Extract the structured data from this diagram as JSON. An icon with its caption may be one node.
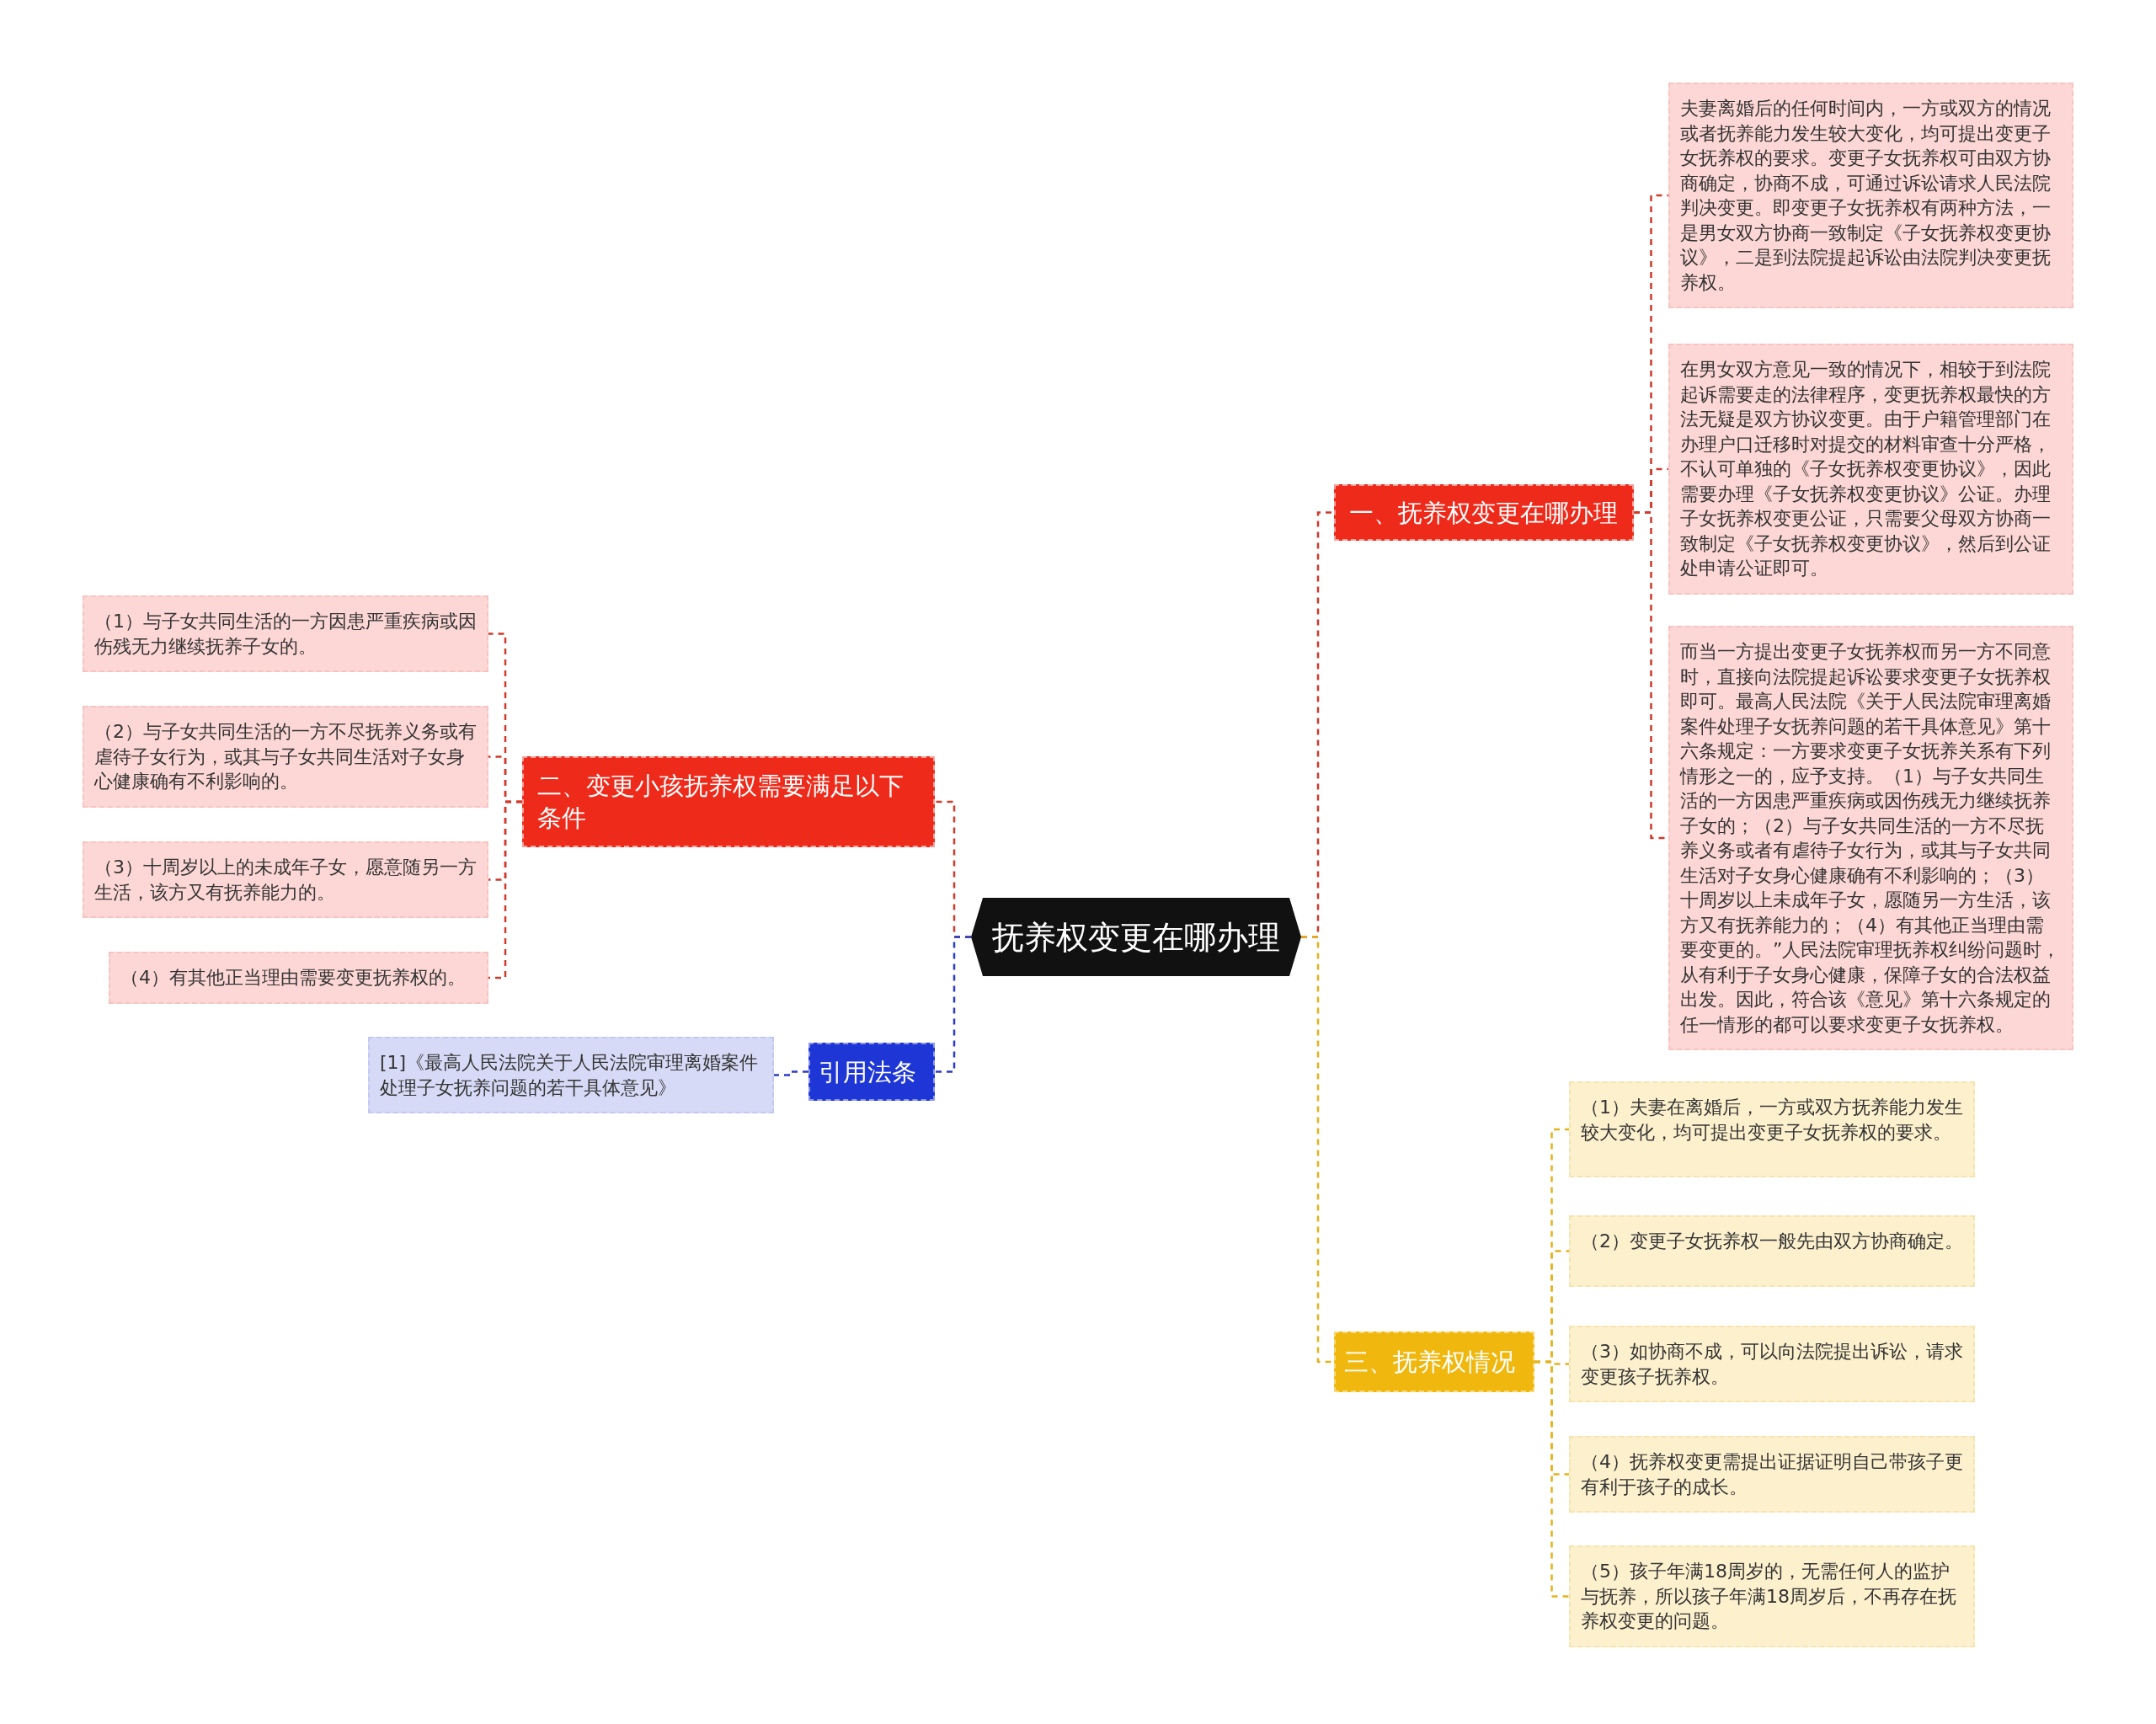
{
  "diagram": {
    "nodes": [
      {
        "text": [
          "抚养权变更在哪办理"
        ]
      },
      {
        "text": [
          "一、抚养权变更在哪办理"
        ]
      },
      {
        "text": [
          "夫妻离婚后的任何时间内，一方或双方的情况或者抚养能力发生较大变化，均可提出变更子女抚养权的要求。变更子女抚养权可由双方协商确定，协商不成，可通过诉讼请求人民法院判决变更。即变更子女抚养权有两种方法，一是男女双方协商一致制定《子女抚养权变更协议》，二是到法院提起诉讼由法院判决变更抚养权。"
        ]
      },
      {
        "text": [
          "在男女双方意见一致的情况下，相较于到法院起诉需要走的法律程序，变更抚养权最快的方法无疑是双方协议变更。由于户籍管理部门在办理户口迁移时对提交的材料审查十分严格，不认可单独的《子女抚养权变更协议》，因此需要办理《子女抚养权变更协议》公证。办理子女抚养权变更公证，只需要父母双方协商一致制定《子女抚养权变更协议》，然后到公证处申请公证即可。"
        ]
      },
      {
        "text": [
          "而当一方提出变更子女抚养权而另一方不同意时，直接向法院提起诉讼要求变更子女抚养权即可。最高人民法院《关于人民法院审理离婚案件处理子女抚养问题的若干具体意见》第十六条规定：一方要求变更子女抚养关系有下列情形之一的，应予支持。（1）与子女共同生活的一方因患严重疾病或因伤残无力继续抚养子女的；（2）与子女共同生活的一方不尽抚养义务或者有虐待子女行为，或其与子女共同生活对子女身心健康确有不利影响的；（3）十周岁以上未成年子女，愿随另一方生活，该方又有抚养能力的；（4）有其他正当理由需要变更的。”人民法院审理抚养权纠纷问题时，从有利于子女身心健康，保障子女的合法权益出发。因此，符合该《意见》第十六条规定的任一情形的都可以要求变更子女抚养权。"
        ]
      },
      {
        "text": [
          "二、变更小孩抚养权需要满足以下条件"
        ]
      },
      {
        "text": [
          "（1）与子女共同生活的一方因患严重疾病或因伤残无力继续抚养子女的。"
        ]
      },
      {
        "text": [
          "（2）与子女共同生活的一方不尽抚养义务或有虐待子女行为，或其与子女共同生活对子女身心健康确有不利影响的。"
        ]
      },
      {
        "text": [
          "（3）十周岁以上的未成年子女，愿意随另一方生活，该方又有抚养能力的。"
        ]
      },
      {
        "text": [
          "（4）有其他正当理由需要变更抚养权的。"
        ]
      },
      {
        "text": [
          "引用法条"
        ]
      },
      {
        "text": [
          "[1]《最高人民法院关于人民法院审理离婚案件处理子女抚养问题的若干具体意见》"
        ]
      },
      {
        "text": [
          "三、抚养权情况"
        ]
      },
      {
        "text": [
          "（1）夫妻在离婚后，一方或双方抚养能力发生较大变化，均可提出变更子女抚养权的要求。"
        ]
      },
      {
        "text": [
          "（2）变更子女抚养权一般先由双方协商确定。"
        ]
      },
      {
        "text": [
          "（3）如协商不成，可以向法院提出诉讼，请求变更孩子抚养权。"
        ]
      },
      {
        "text": [
          "（4）抚养权变更需提出证据证明自己带孩子更有利于孩子的成长。"
        ]
      },
      {
        "text": [
          "（5）孩子年满18周岁的，无需任何人的监护与抚养，所以孩子年满18周岁后，不再存在抚养权变更的问题。"
        ]
      }
    ],
    "edges": [
      {
        "from": 0,
        "to": 1,
        "arrow": "none",
        "style": "dashed",
        "color": "#d0392b"
      },
      {
        "from": 0,
        "to": 5,
        "arrow": "none",
        "style": "dashed",
        "color": "#d0392b"
      },
      {
        "from": 0,
        "to": 10,
        "arrow": "none",
        "style": "dashed",
        "color": "#2a3cc8"
      },
      {
        "from": 0,
        "to": 12,
        "arrow": "none",
        "style": "dashed",
        "color": "#e4b21c"
      },
      {
        "from": 1,
        "to": 2,
        "arrow": "none",
        "style": "dashed",
        "color": "#d0392b"
      },
      {
        "from": 1,
        "to": 3,
        "arrow": "none",
        "style": "dashed",
        "color": "#d0392b"
      },
      {
        "from": 1,
        "to": 4,
        "arrow": "none",
        "style": "dashed",
        "color": "#d0392b"
      },
      {
        "from": 5,
        "to": 6,
        "arrow": "none",
        "style": "dashed",
        "color": "#d0392b"
      },
      {
        "from": 5,
        "to": 7,
        "arrow": "none",
        "style": "dashed",
        "color": "#d0392b"
      },
      {
        "from": 5,
        "to": 8,
        "arrow": "none",
        "style": "dashed",
        "color": "#d0392b"
      },
      {
        "from": 5,
        "to": 9,
        "arrow": "none",
        "style": "dashed",
        "color": "#d0392b"
      },
      {
        "from": 10,
        "to": 11,
        "arrow": "none",
        "style": "dashed",
        "color": "#2a3cc8"
      },
      {
        "from": 12,
        "to": 13,
        "arrow": "none",
        "style": "dashed",
        "color": "#e4b21c"
      },
      {
        "from": 12,
        "to": 14,
        "arrow": "none",
        "style": "dashed",
        "color": "#e4b21c"
      },
      {
        "from": 12,
        "to": 15,
        "arrow": "none",
        "style": "dashed",
        "color": "#e4b21c"
      },
      {
        "from": 12,
        "to": 16,
        "arrow": "none",
        "style": "dashed",
        "color": "#e4b21c"
      },
      {
        "from": 12,
        "to": 17,
        "arrow": "none",
        "style": "dashed",
        "color": "#e4b21c"
      }
    ]
  }
}
